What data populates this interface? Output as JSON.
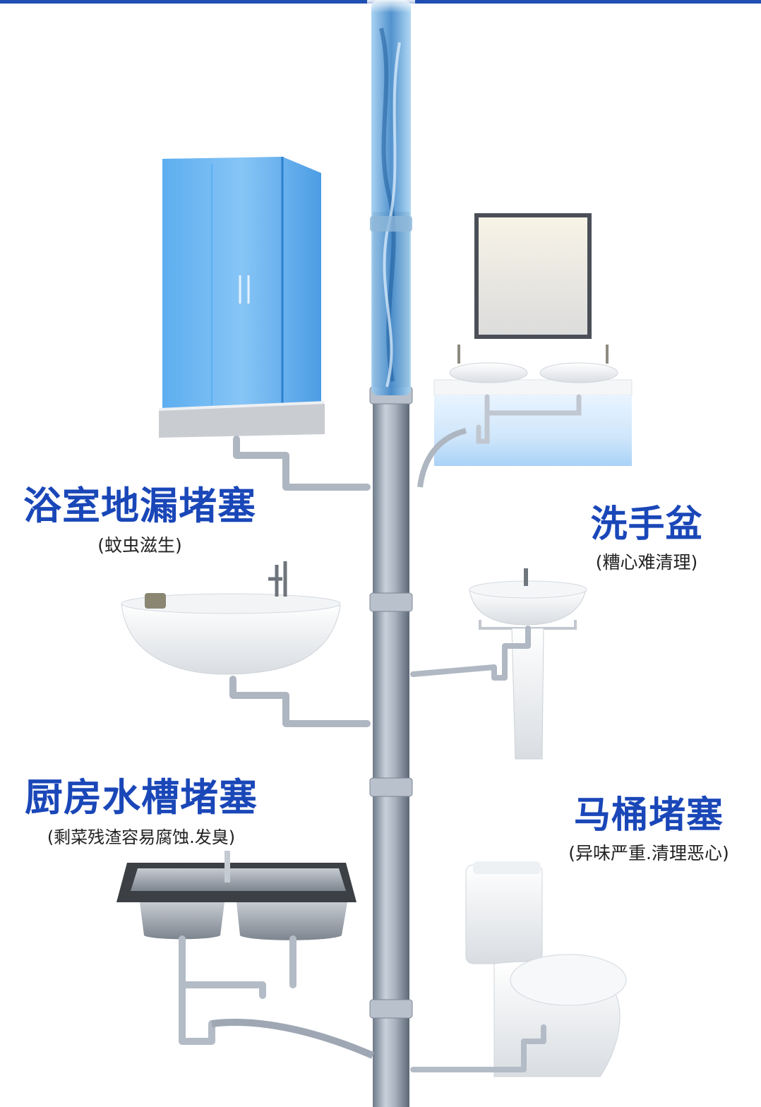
{
  "labels": {
    "shower": {
      "title": "浴室地漏堵塞",
      "subtitle": "(蚊虫滋生)"
    },
    "washbasin": {
      "title": "洗手盆",
      "subtitle": "(糟心难清理)"
    },
    "kitchen": {
      "title": "厨房水槽堵塞",
      "subtitle": "(剩菜残渣容易腐蚀.发臭)"
    },
    "toilet": {
      "title": "马桶堵塞",
      "subtitle": "(异味严重.清理恶心)"
    }
  },
  "colors": {
    "accent": "#1a47b8",
    "pipe": "#9aa4b2",
    "water": "#4a9ad8"
  }
}
